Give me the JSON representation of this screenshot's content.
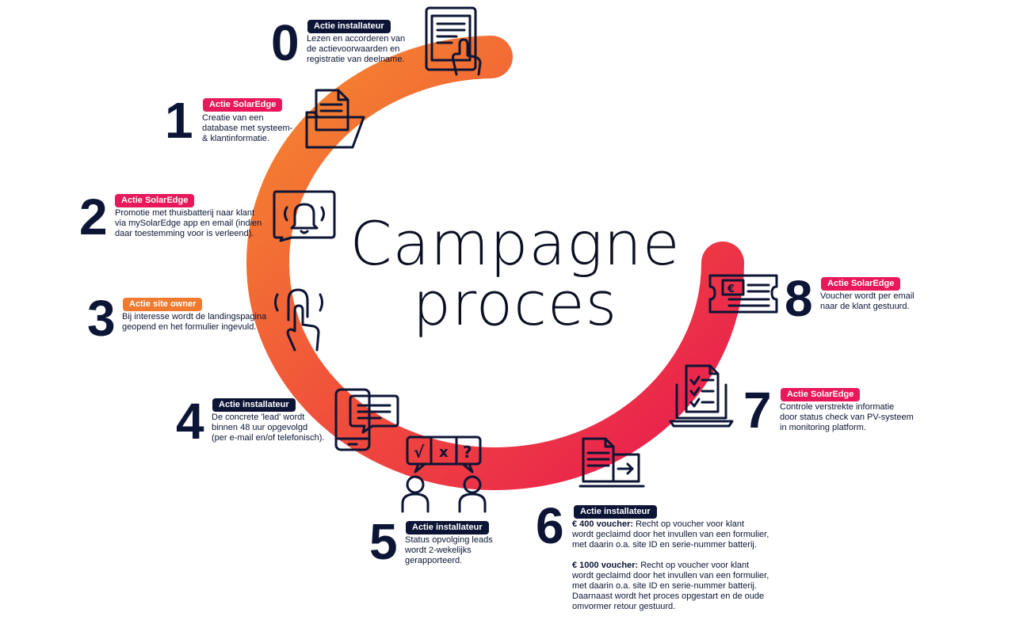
{
  "title_line1": "Campagne",
  "title_line2": "proces",
  "colors": {
    "navy": "#0c1535",
    "solaredge_pink": "#e8185a",
    "site_owner_orange": "#f07a30",
    "ring_start": "#f58a2e",
    "ring_end": "#e91852"
  },
  "steps": [
    {
      "number": "0",
      "badge": "Actie installateur",
      "badge_type": "installateur",
      "lines": [
        "Lezen en accorderen van",
        "de actievoorwaarden en",
        "registratie van deelname."
      ],
      "icon": "tablet-touch-icon"
    },
    {
      "number": "1",
      "badge": "Actie SolarEdge",
      "badge_type": "solaredge",
      "lines": [
        "Creatie van een",
        "database met systeem-",
        "& klantinformatie."
      ],
      "icon": "folder-icon"
    },
    {
      "number": "2",
      "badge": "Actie SolarEdge",
      "badge_type": "solaredge",
      "lines": [
        "Promotie met thuisbatterij naar klant",
        "via mySolarEdge app en email (indien",
        "daar toestemming voor is verleend)."
      ],
      "icon": "notification-bell-icon"
    },
    {
      "number": "3",
      "badge": "Actie site owner",
      "badge_type": "site_owner",
      "lines": [
        "Bij interesse wordt de landingspagina",
        "geopend en het formulier ingevuld."
      ],
      "icon": "tap-button-icon"
    },
    {
      "number": "4",
      "badge": "Actie installateur",
      "badge_type": "installateur",
      "lines": [
        "De concrete 'lead' wordt",
        "binnen 48 uur opgevolgd",
        "(per e-mail en/of telefonisch)."
      ],
      "icon": "phone-chat-icon"
    },
    {
      "number": "5",
      "badge": "Actie installateur",
      "badge_type": "installateur",
      "lines": [
        "Status opvolging leads",
        "wordt 2-wekelijks",
        "gerapporteerd."
      ],
      "icon": "people-discussion-icon",
      "icon_symbols": [
        "√",
        "x",
        "?"
      ]
    },
    {
      "number": "6",
      "badge": "Actie installateur",
      "badge_type": "installateur",
      "paragraphs": [
        {
          "bold": "€ 400 voucher:",
          "text": " Recht op voucher voor klant",
          "lines": [
            "wordt geclaimd door het invullen van een formulier,",
            "met daarin o.a. site ID en serie-nummer batterij."
          ]
        },
        {
          "bold": "€ 1000 voucher:",
          "text": " Recht op voucher voor klant",
          "lines": [
            "wordt geclaimd door het invullen van een formulier,",
            "met daarin o.a. site ID en serie-nummer batterij.",
            "Daarnaast wordt het proces opgestart en de oude",
            "omvormer retour gestuurd."
          ]
        }
      ],
      "icon": "document-transfer-icon"
    },
    {
      "number": "7",
      "badge": "Actie SolarEdge",
      "badge_type": "solaredge",
      "lines": [
        "Controle verstrekte informatie",
        "door status check van PV-systeem",
        "in monitoring platform."
      ],
      "icon": "laptop-checklist-icon"
    },
    {
      "number": "8",
      "badge": "Actie SolarEdge",
      "badge_type": "solaredge",
      "lines": [
        "Voucher wordt per email",
        "naar de klant gestuurd."
      ],
      "icon": "voucher-ticket-icon",
      "icon_symbol": "€"
    }
  ]
}
